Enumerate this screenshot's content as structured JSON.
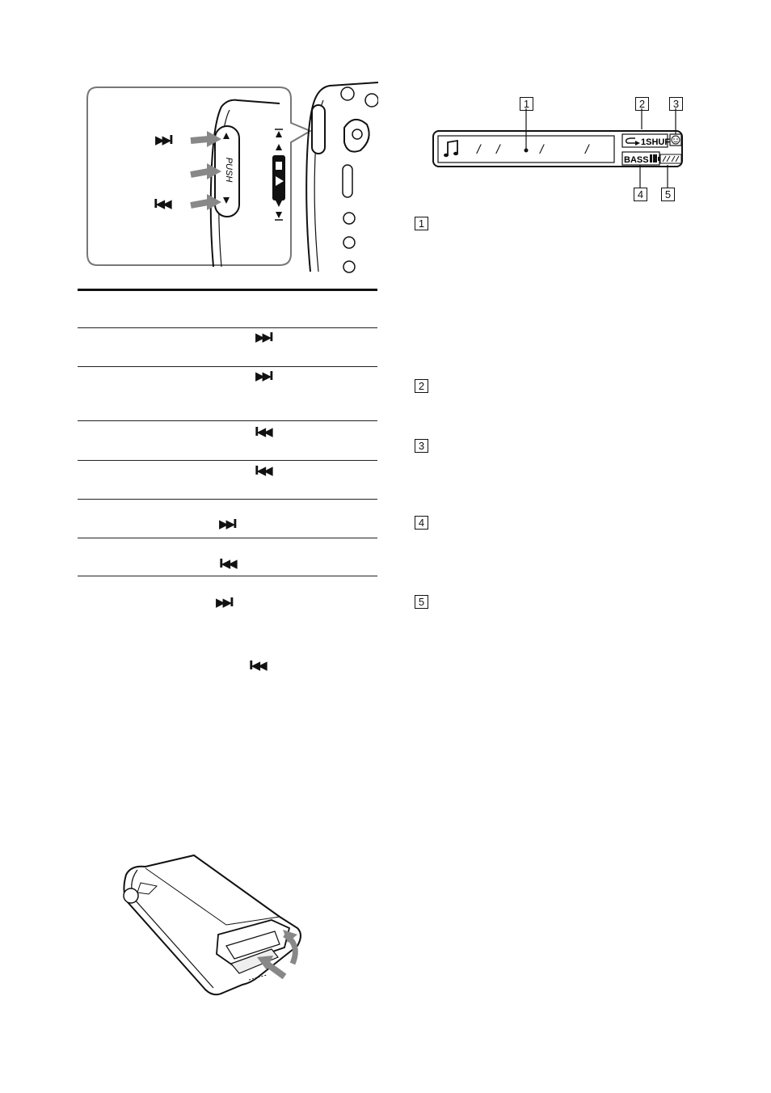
{
  "figure_top": {
    "next_symbol": "▶▶I",
    "prev_symbol": "I◀◀",
    "push_label": "PUSH"
  },
  "display_panel": {
    "callouts": [
      "1",
      "2",
      "3",
      "4",
      "5"
    ],
    "slashes": [
      "/",
      "/",
      "/",
      "/"
    ],
    "shuffle_label": "1SHUF",
    "bass_label": "BASS"
  },
  "table": {
    "row_symbols": [
      "▶▶I",
      "▶▶I",
      "I◀◀",
      "I◀◀",
      "▶▶I",
      "I◀◀",
      "▶▶I",
      "I◀◀"
    ]
  },
  "descriptions": {
    "markers": [
      "1",
      "2",
      "3",
      "4",
      "5"
    ]
  }
}
